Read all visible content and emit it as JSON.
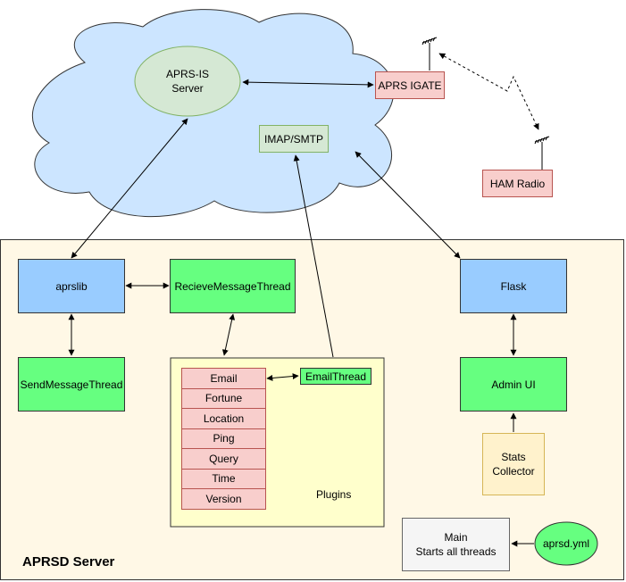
{
  "cloud": {
    "aprs_is_server": "APRS-IS\nServer",
    "imap_smtp": "IMAP/SMTP"
  },
  "external": {
    "aprs_igate": "APRS IGATE",
    "ham_radio": "HAM Radio"
  },
  "server": {
    "title": "APRSD Server",
    "aprslib": "aprslib",
    "receive_thread": "RecieveMessageThread",
    "send_thread": "SendMessageThread",
    "flask": "Flask",
    "admin_ui": "Admin UI",
    "stats_collector": "Stats\nCollector",
    "main": "Main\nStarts all threads",
    "config_file": "aprsd.yml"
  },
  "plugins": {
    "label": "Plugins",
    "email_thread": "EmailThread",
    "items": [
      "Email",
      "Fortune",
      "Location",
      "Ping",
      "Query",
      "Time",
      "Version"
    ]
  },
  "colors": {
    "cloud": "#cce5ff",
    "blue": "#99ccff",
    "green": "#66ff80",
    "pink": "#f8cecc",
    "yellow": "#fff2cc",
    "server_bg": "#fff8e6",
    "plugins_bg": "#ffffcc"
  }
}
